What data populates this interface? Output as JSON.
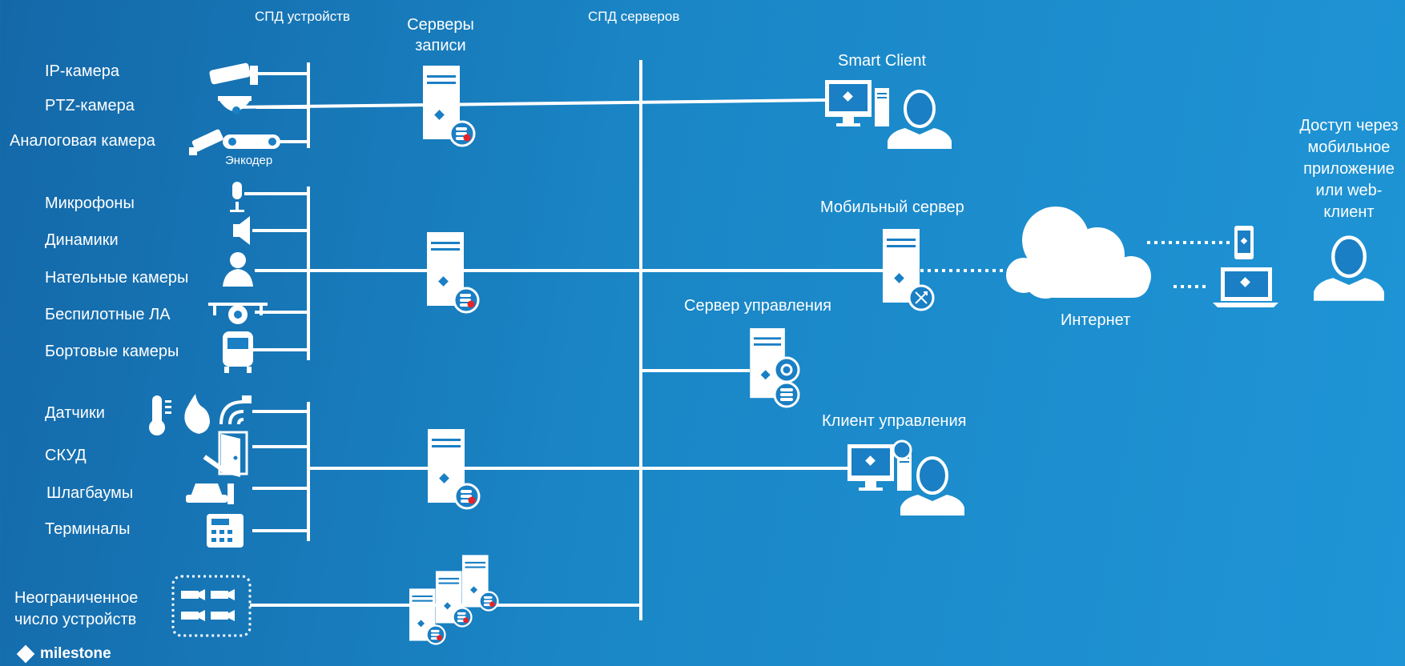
{
  "headers": {
    "spd_devices": "СПД устройств",
    "recording_servers": "Серверы\nзаписи",
    "spd_servers": "СПД серверов"
  },
  "devices": {
    "ip_camera": "IP-камера",
    "ptz_camera": "PTZ-камера",
    "analog_camera": "Аналоговая камера",
    "encoder": "Энкодер",
    "microphones": "Микрофоны",
    "speakers": "Динамики",
    "body_cameras": "Нательные камеры",
    "drones": "Беспилотные ЛА",
    "onboard_cameras": "Бортовые камеры",
    "sensors": "Датчики",
    "access_control": "СКУД",
    "barriers": "Шлагбаумы",
    "terminals": "Терминалы",
    "unlimited_devices": "Неограниченное\nчисло устройств"
  },
  "right": {
    "smart_client": "Smart Client",
    "mobile_server": "Мобильный сервер",
    "management_server": "Сервер управления",
    "management_client": "Клиент управления",
    "internet": "Интернет",
    "mobile_access": "Доступ через\nмобильное\nприложение\nили web-\nклиент"
  },
  "brand": {
    "name": "milestone"
  },
  "colors": {
    "bg_start": "#1468a8",
    "bg_end": "#1f95d6",
    "accent": "#1a7fc4",
    "red": "#e3242b"
  }
}
